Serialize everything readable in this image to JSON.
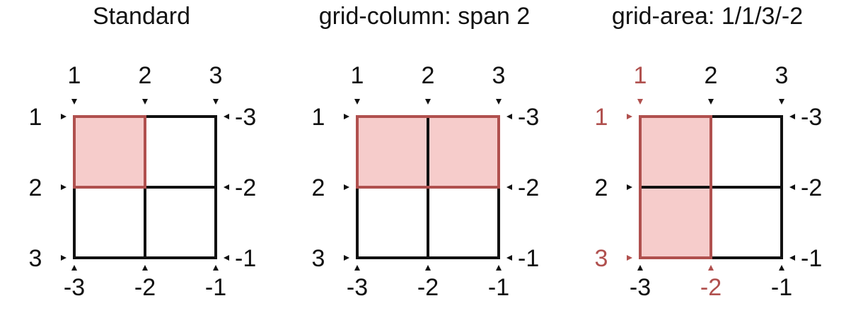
{
  "colors": {
    "line": "#111111",
    "highlight_stroke": "#b0504e",
    "highlight_fill": "#f6cccb",
    "highlight_text": "#b0504e"
  },
  "panels": [
    {
      "title": "Standard",
      "area": {
        "row_start": 1,
        "row_end": 2,
        "col_start": 1,
        "col_end": 2
      },
      "inner_lines": [
        "v2",
        "h2"
      ],
      "top_labels": [
        {
          "text": "1",
          "hl": false
        },
        {
          "text": "2",
          "hl": false
        },
        {
          "text": "3",
          "hl": false
        }
      ],
      "bottom_labels": [
        {
          "text": "-3",
          "hl": false
        },
        {
          "text": "-2",
          "hl": false
        },
        {
          "text": "-1",
          "hl": false
        }
      ],
      "left_labels": [
        {
          "text": "1",
          "hl": false
        },
        {
          "text": "2",
          "hl": false
        },
        {
          "text": "3",
          "hl": false
        }
      ],
      "right_labels": [
        {
          "text": "-3",
          "hl": false
        },
        {
          "text": "-2",
          "hl": false
        },
        {
          "text": "-1",
          "hl": false
        }
      ]
    },
    {
      "title": "grid-column: span 2",
      "area": {
        "row_start": 1,
        "row_end": 2,
        "col_start": 1,
        "col_end": 3
      },
      "inner_lines": [
        "v2",
        "h2"
      ],
      "top_labels": [
        {
          "text": "1",
          "hl": false
        },
        {
          "text": "2",
          "hl": false
        },
        {
          "text": "3",
          "hl": false
        }
      ],
      "bottom_labels": [
        {
          "text": "-3",
          "hl": false
        },
        {
          "text": "-2",
          "hl": false
        },
        {
          "text": "-1",
          "hl": false
        }
      ],
      "left_labels": [
        {
          "text": "1",
          "hl": false
        },
        {
          "text": "2",
          "hl": false
        },
        {
          "text": "3",
          "hl": false
        }
      ],
      "right_labels": [
        {
          "text": "-3",
          "hl": false
        },
        {
          "text": "-2",
          "hl": false
        },
        {
          "text": "-1",
          "hl": false
        }
      ]
    },
    {
      "title": "grid-area: 1/1/3/-2",
      "area": {
        "row_start": 1,
        "row_end": 3,
        "col_start": 1,
        "col_end": 2
      },
      "inner_lines": [
        "v2",
        "h2"
      ],
      "top_labels": [
        {
          "text": "1",
          "hl": true
        },
        {
          "text": "2",
          "hl": false
        },
        {
          "text": "3",
          "hl": false
        }
      ],
      "bottom_labels": [
        {
          "text": "-3",
          "hl": false
        },
        {
          "text": "-2",
          "hl": true
        },
        {
          "text": "-1",
          "hl": false
        }
      ],
      "left_labels": [
        {
          "text": "1",
          "hl": true
        },
        {
          "text": "2",
          "hl": false
        },
        {
          "text": "3",
          "hl": true
        }
      ],
      "right_labels": [
        {
          "text": "-3",
          "hl": false
        },
        {
          "text": "-2",
          "hl": false
        },
        {
          "text": "-1",
          "hl": false
        }
      ]
    }
  ]
}
